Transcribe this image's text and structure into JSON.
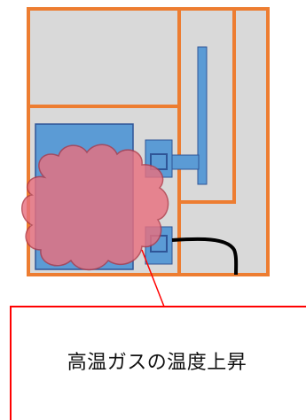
{
  "callout": {
    "text": "高温ガスの温度上昇"
  },
  "colors": {
    "enclosure_stroke": "#ED7D31",
    "enclosure_fill": "#D9D9D9",
    "component_fill": "#5B9BD5",
    "component_stroke": "#2F5597",
    "gas_cloud_fill": "#E8717F",
    "gas_cloud_stroke": "#B23A48",
    "callout_line": "#FF0000",
    "pipe": "#000000"
  },
  "icons": {
    "gas_cloud": "hot-gas-cloud",
    "pipe": "curved-pipe"
  }
}
